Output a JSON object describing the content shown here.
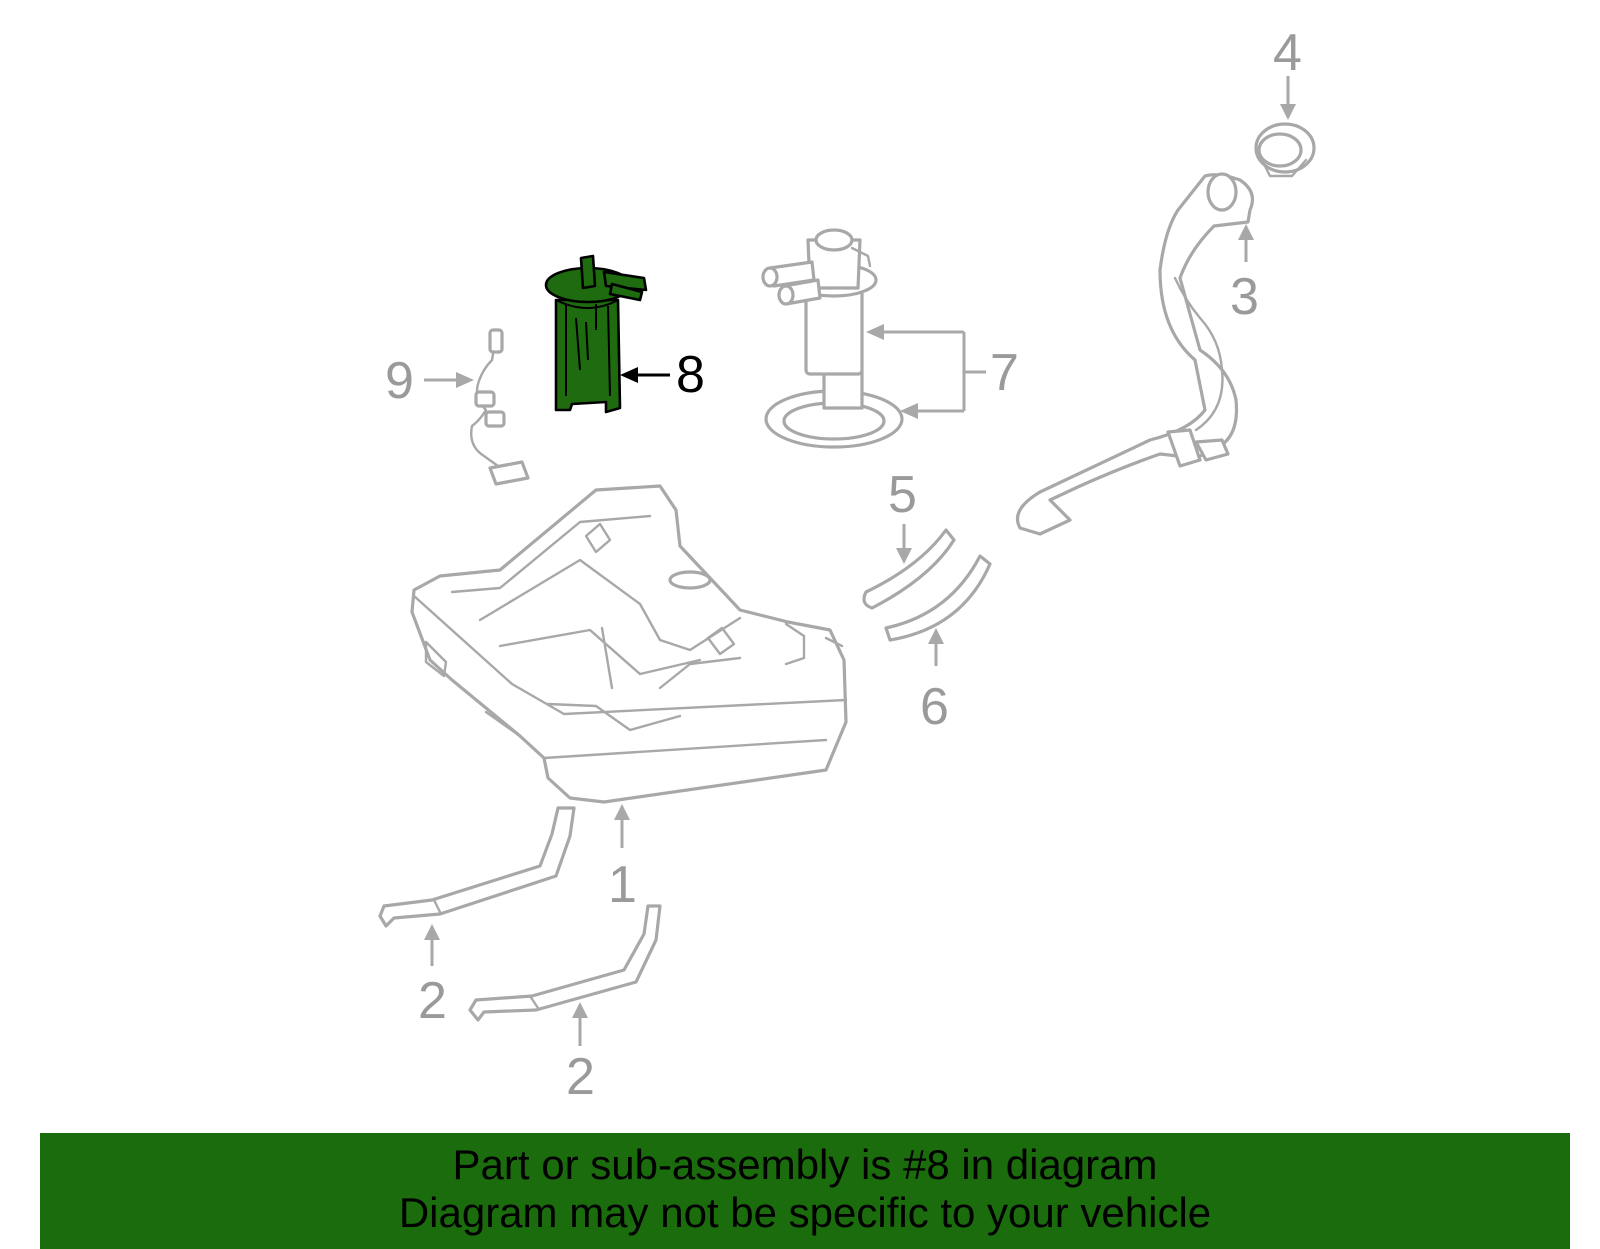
{
  "callouts": {
    "c1": "1",
    "c2a": "2",
    "c2b": "2",
    "c3": "3",
    "c4": "4",
    "c5": "5",
    "c6": "6",
    "c7": "7",
    "c8": "8",
    "c9": "9"
  },
  "highlighted_part": "8",
  "banner": {
    "line1": "Part or sub-assembly is #8 in diagram",
    "line2": "Diagram may not be specific to your vehicle"
  },
  "colors": {
    "highlight": "#1e6b10",
    "banner_bg": "#1a6c0c",
    "part_stroke": "#a8a8a8",
    "label_gray": "#9a9a9a"
  }
}
